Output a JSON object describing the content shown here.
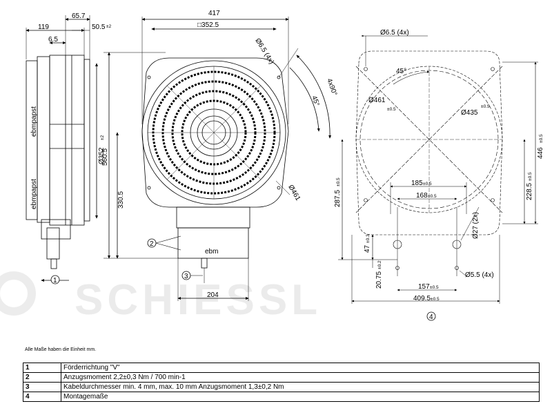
{
  "watermark": "SCHIESSL",
  "side_view": {
    "dims": {
      "d119": "119",
      "d65_7": "65.7",
      "d50_5": "50.5",
      "d6_5": "6.5"
    },
    "labels": {
      "l1": "ebmpapst",
      "l2": "ebmpapst"
    }
  },
  "front_view": {
    "dims": {
      "width": "417",
      "square": "□352.5",
      "holes": "Ø6.5 (4x)",
      "angle45": "45°",
      "angle4x90": "4x90°",
      "dia461": "Ø461",
      "dia352": "Ø352",
      "h560": "560.5",
      "h330": "330.5",
      "w204": "204"
    },
    "callouts": {
      "c1": "1",
      "c2": "2",
      "c3": "3"
    },
    "logo": "ebm"
  },
  "mount_view": {
    "dims": {
      "holes": "Ø6.5 (4x)",
      "angle45": "45°",
      "dia461": "Ø461",
      "dia435": "Ø435",
      "h446": "446",
      "h287": "287.5",
      "h228": "228.5",
      "w185": "185",
      "w168": "168",
      "d27": "Ø27 (2x)",
      "h47": "47",
      "h20": "20.75",
      "w157": "157",
      "d5_5": "Ø5.5 (4x)",
      "w409": "409.5"
    },
    "tols": {
      "t05": "±0.5",
      "t03": "±0.3",
      "t02": "±0.2",
      "t2": "±2"
    },
    "callout": "4"
  },
  "note": "Alle Maße haben die Einheit mm.",
  "legend": [
    {
      "num": "1",
      "text": "Förderrichtung \"V\""
    },
    {
      "num": "2",
      "text": "Anzugsmoment 2,2±0,3 Nm / 700 min-1"
    },
    {
      "num": "3",
      "text": "Kabeldurchmesser min. 4 mm, max. 10 mm Anzugsmoment 1,3±0,2 Nm"
    },
    {
      "num": "4",
      "text": "Montagemaße"
    }
  ]
}
